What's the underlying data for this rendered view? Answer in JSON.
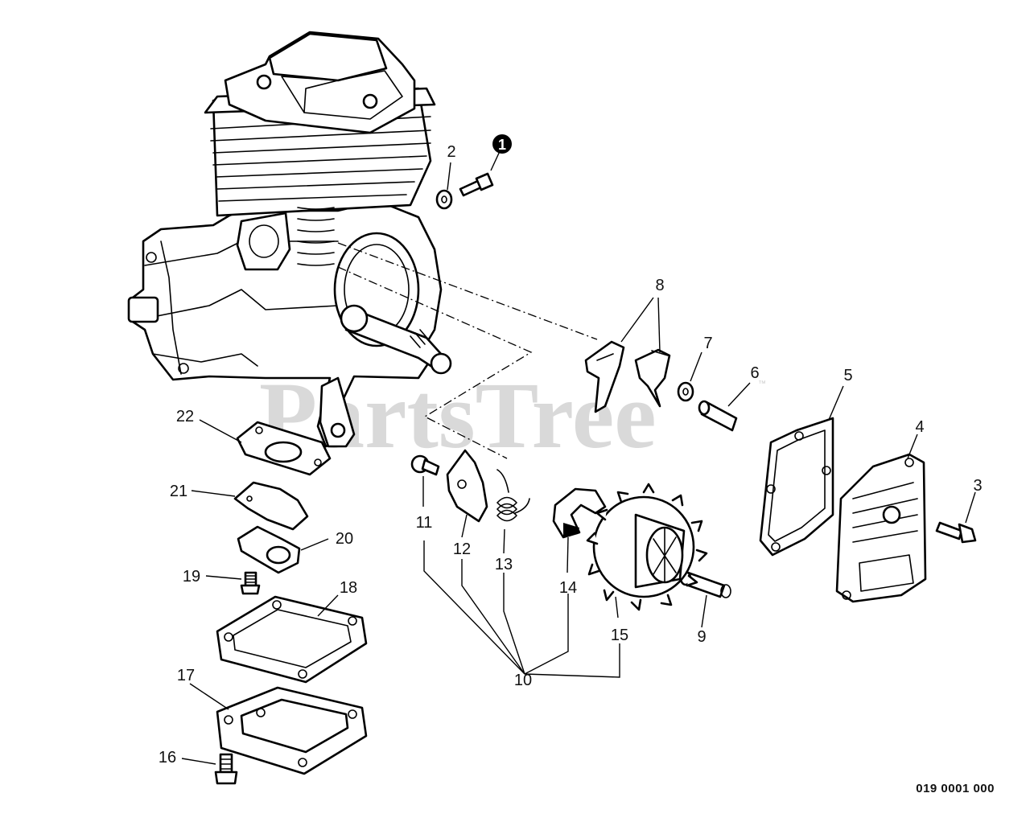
{
  "watermark": {
    "text": "PartsTree",
    "mark": "™"
  },
  "diagram_ref": "019 0001 000",
  "callouts": [
    {
      "id": "c1",
      "label": "1",
      "badge": true
    },
    {
      "id": "c2",
      "label": "2"
    },
    {
      "id": "c3",
      "label": "3"
    },
    {
      "id": "c4",
      "label": "4"
    },
    {
      "id": "c5",
      "label": "5"
    },
    {
      "id": "c6",
      "label": "6"
    },
    {
      "id": "c7",
      "label": "7"
    },
    {
      "id": "c8",
      "label": "8"
    },
    {
      "id": "c9",
      "label": "9"
    },
    {
      "id": "c10",
      "label": "10"
    },
    {
      "id": "c11",
      "label": "11"
    },
    {
      "id": "c12",
      "label": "12"
    },
    {
      "id": "c13",
      "label": "13"
    },
    {
      "id": "c14",
      "label": "14"
    },
    {
      "id": "c15",
      "label": "15"
    },
    {
      "id": "c16",
      "label": "16"
    },
    {
      "id": "c17",
      "label": "17"
    },
    {
      "id": "c18",
      "label": "18"
    },
    {
      "id": "c19",
      "label": "19"
    },
    {
      "id": "c20",
      "label": "20"
    },
    {
      "id": "c21",
      "label": "21"
    },
    {
      "id": "c22",
      "label": "22"
    }
  ]
}
